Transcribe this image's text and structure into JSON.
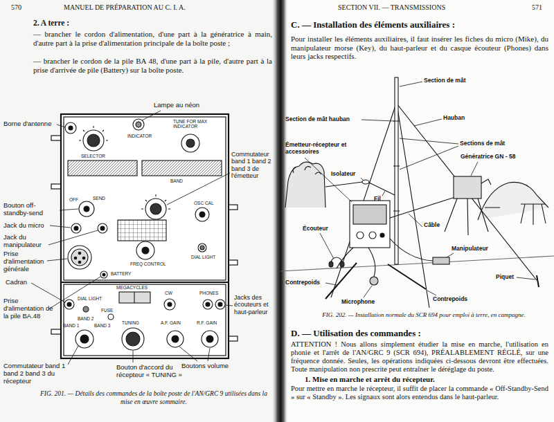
{
  "diagram": {
    "labels": [
      "570",
      "MANUEL DE PRÉPARATION AU C. I. A.",
      "2. A terre :",
      "— brancher le cordon d'alimentation, d'une part à la génératrice à main, d'autre part à la prise d'alimentation principale de la boîte poste ;",
      "— brancher le cordon de la pile BA 48, d'une part à la pile, d'autre part à la prise d'arrivée de pile (Battery) sur la boîte poste.",
      "Borne d'antenne",
      "Lampe au néon",
      "Commutateur band 1 band 2 band 3 de l'émetteur",
      "Bouton off-standby-send",
      "Jack du micro",
      "Jack du manipulateur",
      "Prise d'alimentation générale",
      "Cadran",
      "Prise d'alimentation de la pile BA.48",
      "Jacks des écouteurs et haut-parleur",
      "Commutateur band 1 band 2 band 3 du récepteur",
      "Bouton d'accord du récepteur « TUNING »",
      "Boutons volume",
      "SELECTOR",
      "INDICATOR",
      "TUNE FOR MAX INDICATOR",
      "BAND",
      "OFF",
      "SEND",
      "OSC CAL",
      "FREQ CONTROL",
      "BATTERY",
      "DIAL LIGHT",
      "MEGACYCLES",
      "DIAL LIGHT",
      "FUSE",
      "CW",
      "PHONES",
      "BAND 1",
      "BAND 2",
      "BAND 3",
      "TUNING",
      "A.F. GAIN",
      "R.F. GAIN",
      "FIG. 201. — Détails des commandes de la boîte poste de l'AN/GRC 9 utilisées dans la mise en œuvre sommaire.",
      "SECTION VII. — TRANSMISSIONS",
      "571",
      "C. — Installation des éléments auxiliaires :",
      "Pour installer les éléments auxiliaires, il faut insérer les fiches du micro (Mike), du manipulateur morse (Key), du haut-parleur et du casque écouteur (Phones) dans leurs jacks respectifs.",
      "Section de mât",
      "Section de mât hauban",
      "Hauban",
      "Sections de mât",
      "Émetteur-récepteur et accessoires",
      "Génératrice GN - 58",
      "Isolateur",
      "Fil",
      "Écouteur",
      "Câble",
      "Manipulateur",
      "Piquet",
      "Contrepoids",
      "Microphone",
      "Contrepoids",
      "FIG. 202. — Installation normale du SCR 694 pour emploi à terre, en campagne.",
      "D. — Utilisation des commandes :",
      "ATTENTION ! Nous allons simplement étudier la mise en marche, l'utilisation en phonie et l'arrêt de l'AN/GRC 9 (SCR 694), PRÉALABLEMENT RÉGLÉ, sur une fréquence donnée. Seules, les opérations indiquées ci-dessous devront être effectuées. Toute manipulation non prescrite peut entraîner le déréglage du poste.",
      "1. Mise en marche et arrêt du récepteur.",
      "Pour mettre en marche le récepteur, il suffit de placer la commande « Off-Standby-Send » sur « Standby ». Les signaux sont alors entendus dans le haut-parleur."
    ]
  }
}
